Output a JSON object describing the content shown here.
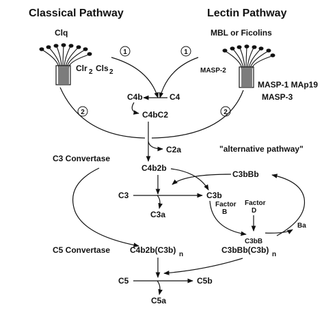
{
  "titles": {
    "classical": "Classical Pathway",
    "lectin": "Lectin Pathway"
  },
  "labels": {
    "c1q": "Clq",
    "c1r2": "Clr",
    "c1r2_sub": "2",
    "c1s2": "Cls",
    "c1s2_sub": "2",
    "mbl": "MBL or Ficolins",
    "masp2": "MASP-2",
    "masp1": "MASP-1  MAp19",
    "masp3": "MASP-3",
    "step1_left": "1",
    "step1_right": "1",
    "step2_left": "2",
    "step2_right": "2",
    "c4b": "C4b",
    "c4": "C4",
    "c4bc2": "C4bC2",
    "c2a": "C2a",
    "alt_pathway": "\"alternative pathway\"",
    "c3_convertase": "C3 Convertase",
    "c4b2b": "C4b2b",
    "c3bbb": "C3bBb",
    "c3": "C3",
    "c3b": "C3b",
    "factor_b_1": "Factor",
    "factor_b_2": "B",
    "factor_d_1": "Factor",
    "factor_d_2": "D",
    "c3a": "C3a",
    "ba": "Ba",
    "c3bb": "C3bB",
    "c5_convertase": "C5 Convertase",
    "c4b2b_c3b": "C4b2b(C3b)",
    "c4b2b_c3b_sub": "n",
    "c3bbb_c3b": "C3bBb(C3b)",
    "c3bbb_c3b_sub": "n",
    "c5": "C5",
    "c5b": "C5b",
    "c5a": "C5a"
  }
}
